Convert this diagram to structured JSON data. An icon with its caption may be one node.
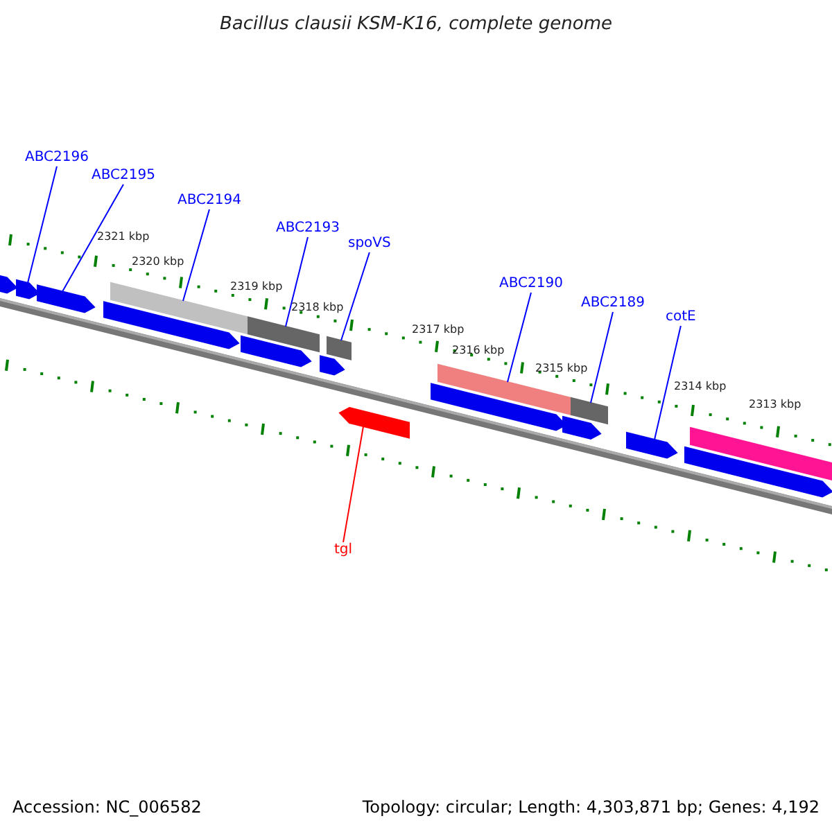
{
  "diagram": {
    "title": "Bacillus clausii KSM-K16, complete genome",
    "nodes": [
      {
        "text": [
          "ABC2196"
        ]
      },
      {
        "text": [
          "ABC2195"
        ]
      },
      {
        "text": [
          "ABC2194"
        ]
      },
      {
        "text": [
          "ABC2193"
        ]
      },
      {
        "text": [
          "spoVS"
        ]
      },
      {
        "text": [
          "ABC2190"
        ]
      },
      {
        "text": [
          "ABC2189"
        ]
      },
      {
        "text": [
          "cotE"
        ]
      },
      {
        "text": [
          "tgl"
        ]
      },
      {
        "text": [],
        "shape": "arrow"
      },
      {
        "text": [],
        "shape": "arrow"
      },
      {
        "text": [],
        "shape": "arrow"
      },
      {
        "text": [],
        "shape": "arrow"
      },
      {
        "text": [],
        "shape": "bar"
      },
      {
        "text": [],
        "shape": "arrow"
      },
      {
        "text": [],
        "shape": "bar"
      },
      {
        "text": [],
        "shape": "arrow"
      },
      {
        "text": [],
        "shape": "bar"
      },
      {
        "text": [],
        "shape": "arrow"
      },
      {
        "text": [],
        "shape": "arrow"
      },
      {
        "text": [],
        "shape": "bar"
      },
      {
        "text": [],
        "shape": "arrow"
      },
      {
        "text": [],
        "shape": "bar"
      },
      {
        "text": [],
        "shape": "arrow"
      },
      {
        "text": [],
        "shape": "arrow"
      },
      {
        "text": [],
        "shape": "bar"
      }
    ],
    "edges": [
      {
        "from": 0,
        "to": 10,
        "arrow": "none"
      },
      {
        "from": 1,
        "to": 11,
        "arrow": "none"
      },
      {
        "from": 2,
        "to": 13,
        "arrow": "none"
      },
      {
        "from": 3,
        "to": 15,
        "arrow": "none"
      },
      {
        "from": 4,
        "to": 17,
        "arrow": "none"
      },
      {
        "from": 5,
        "to": 20,
        "arrow": "none"
      },
      {
        "from": 6,
        "to": 22,
        "arrow": "none"
      },
      {
        "from": 7,
        "to": 23,
        "arrow": "none"
      },
      {
        "from": 8,
        "to": 18,
        "arrow": "none",
        "color": "#ff0000"
      }
    ],
    "labels": [
      "2321 kbp",
      "2320 kbp",
      "2319 kbp",
      "2318 kbp",
      "2317 kbp",
      "2316 kbp",
      "2315 kbp",
      "2314 kbp",
      "2313 kbp",
      "Accession: NC_006582",
      "Topology: circular; Length: 4,303,871 bp; Genes: 4,192"
    ]
  }
}
